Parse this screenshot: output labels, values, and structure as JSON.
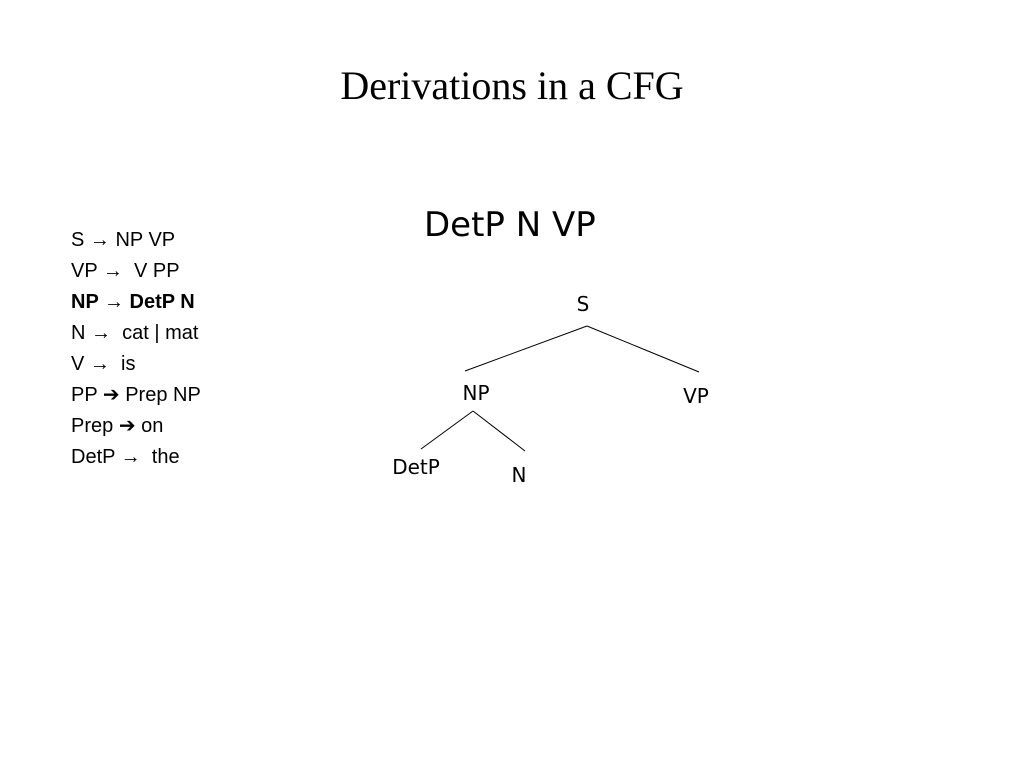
{
  "title": "Derivations in a CFG",
  "grammar": {
    "rules": [
      {
        "lhs": "S",
        "arrow": "→",
        "rhs": "NP VP",
        "bold": false
      },
      {
        "lhs": "VP",
        "arrow": "→",
        "rhs": " V PP",
        "bold": false
      },
      {
        "lhs": "NP",
        "arrow": "→",
        "rhs": "DetP N",
        "bold": true
      },
      {
        "lhs": "N",
        "arrow": "→",
        "rhs": " cat | mat",
        "bold": false
      },
      {
        "lhs": "V",
        "arrow": "→",
        "rhs": " is",
        "bold": false
      },
      {
        "lhs": "PP",
        "arrow": "➔",
        "rhs": "Prep NP",
        "bold": false
      },
      {
        "lhs": "Prep",
        "arrow": "➔",
        "rhs": "on",
        "bold": false
      },
      {
        "lhs": "DetP",
        "arrow": "→",
        "rhs": " the",
        "bold": false
      }
    ]
  },
  "derivation": {
    "current_string": "DetP N VP"
  },
  "tree": {
    "nodes": {
      "s": "S",
      "np": "NP",
      "vp": "VP",
      "detp": "DetP",
      "n": "N"
    }
  }
}
